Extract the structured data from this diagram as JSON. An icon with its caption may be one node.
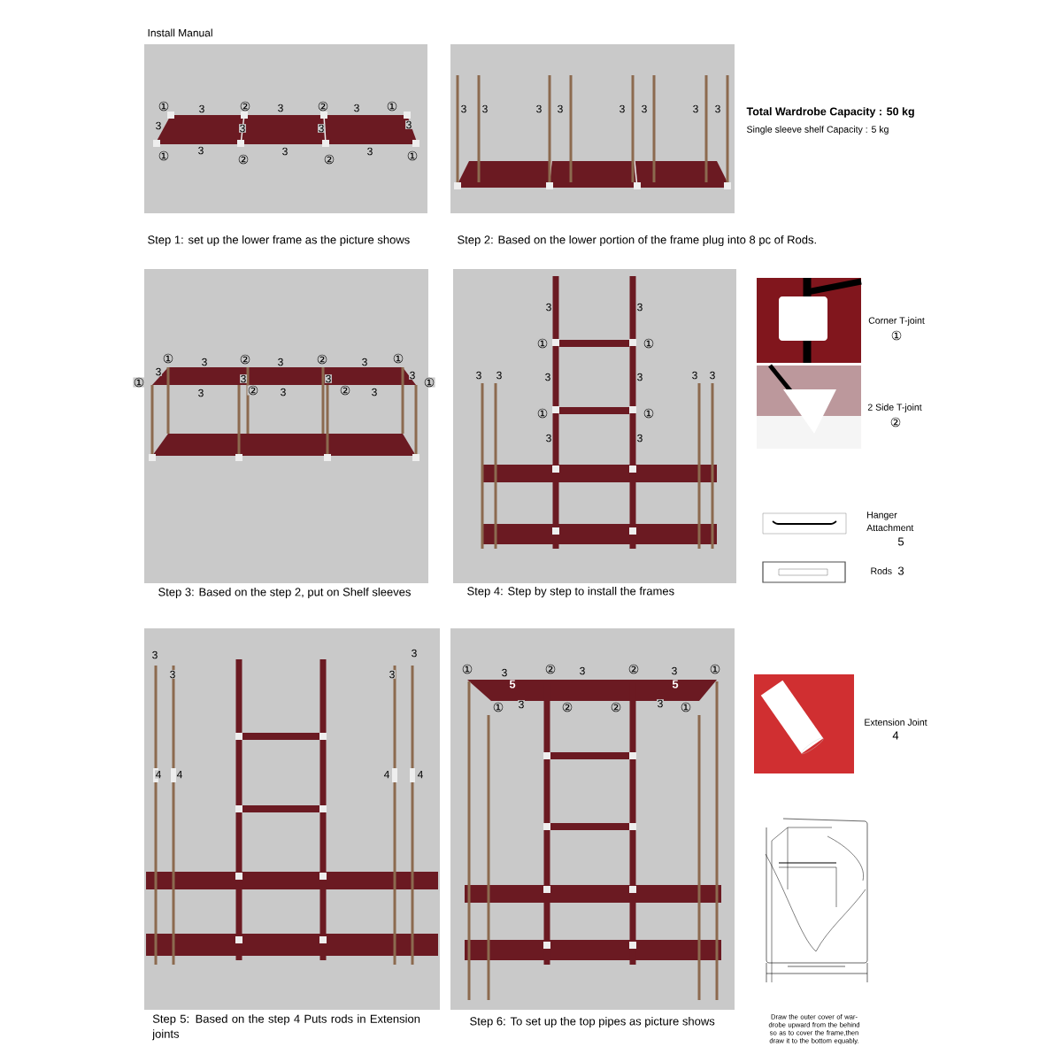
{
  "diagram": {
    "labels": [
      "Install Manual",
      "①",
      "3",
      "②",
      "3",
      "②",
      "3",
      "①",
      "3",
      "3",
      "3",
      "3",
      "①",
      "3",
      "②",
      "3",
      "②",
      "3",
      "①",
      "3",
      "3",
      "3",
      "3",
      "3",
      "3",
      "3",
      "3",
      "Total Wardrobe Capacity : 50 kg",
      "Single sleeve shelf Capacity : 5 kg",
      "Step 1: set up the lower frame as the picture shows",
      "Step 2: Based on the lower portion of the frame plug into 8 pc of Rods.",
      "①",
      "3",
      "②",
      "3",
      "②",
      "3",
      "①",
      "3",
      "①",
      "3",
      "3",
      "3",
      "①",
      "3",
      "②",
      "3",
      "②",
      "3",
      "3",
      "3",
      "①",
      "①",
      "3",
      "3",
      "3",
      "3",
      "3",
      "3",
      "①",
      "①",
      "3",
      "3",
      "Corner T-joint",
      "①",
      "2 Side T-joint",
      "②",
      "Hanger Attachment",
      "5",
      "Rods",
      "3",
      "Step 3: Based on the step 2, put on Shelf sleeves",
      "Step 4: Step by step to install the frames",
      "3",
      "3",
      "3",
      "3",
      "4",
      "4",
      "4",
      "4",
      "①",
      "3",
      "②",
      "3",
      "②",
      "3",
      "①",
      "5",
      "5",
      "①",
      "3",
      "②",
      "②",
      "3",
      "①",
      "Extension Joint",
      "4",
      "Step 5: Based on the step 4 Puts rods in Extension joints",
      "Step 6: To set up the top pipes as picture shows",
      "Draw the outer cover of war- drobe upward from the behind so as to cover the frame,then draw it to the bottom equably."
    ]
  }
}
